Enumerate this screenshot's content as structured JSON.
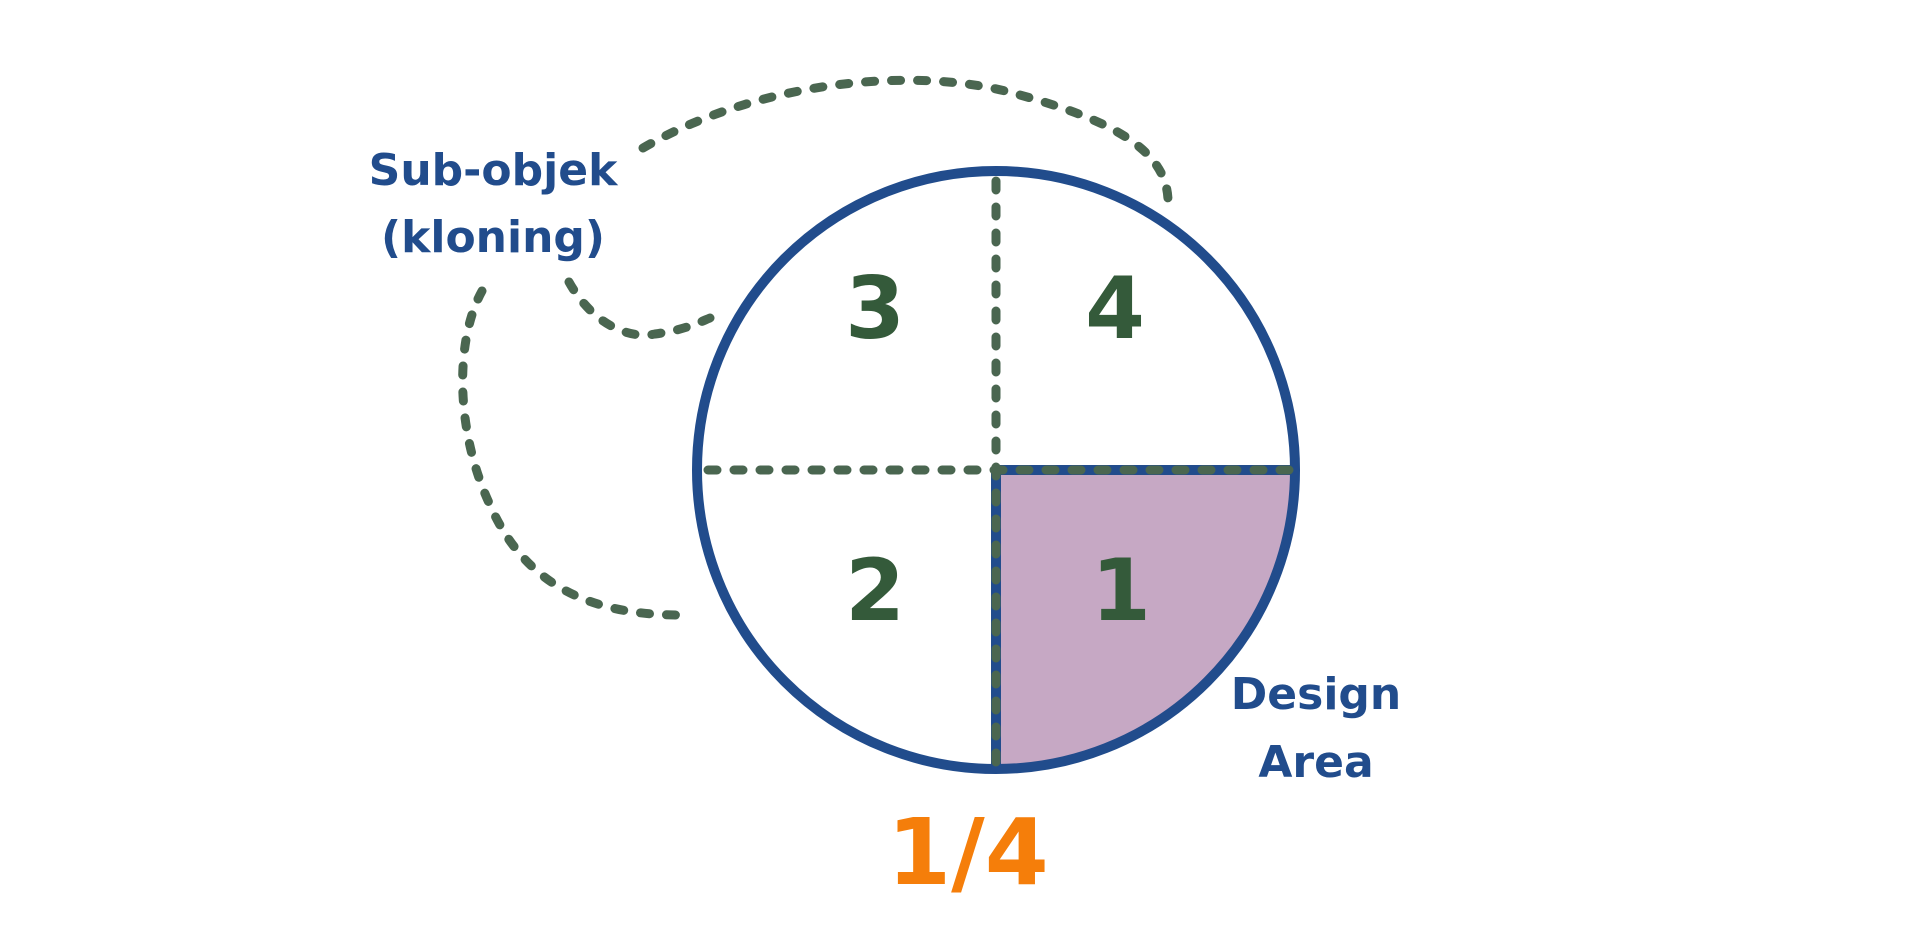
{
  "colors": {
    "circle_outline": "#214c8c",
    "dash_line": "#4a6650",
    "quadrant_fill": "#c6a8c4",
    "quadrant_number": "#345a3a",
    "label_blue": "#214c8c",
    "fraction_orange": "#f57e0a"
  },
  "labels": {
    "sub_object_line1": "Sub-objek",
    "sub_object_line2": "(kloning)",
    "design_area_line1": "Design",
    "design_area_line2": "Area",
    "fraction": "1/4"
  },
  "quadrants": [
    {
      "number": "1",
      "position": "bottom-right",
      "highlighted": true
    },
    {
      "number": "2",
      "position": "bottom-left",
      "highlighted": false
    },
    {
      "number": "3",
      "position": "top-left",
      "highlighted": false
    },
    {
      "number": "4",
      "position": "top-right",
      "highlighted": false
    }
  ]
}
